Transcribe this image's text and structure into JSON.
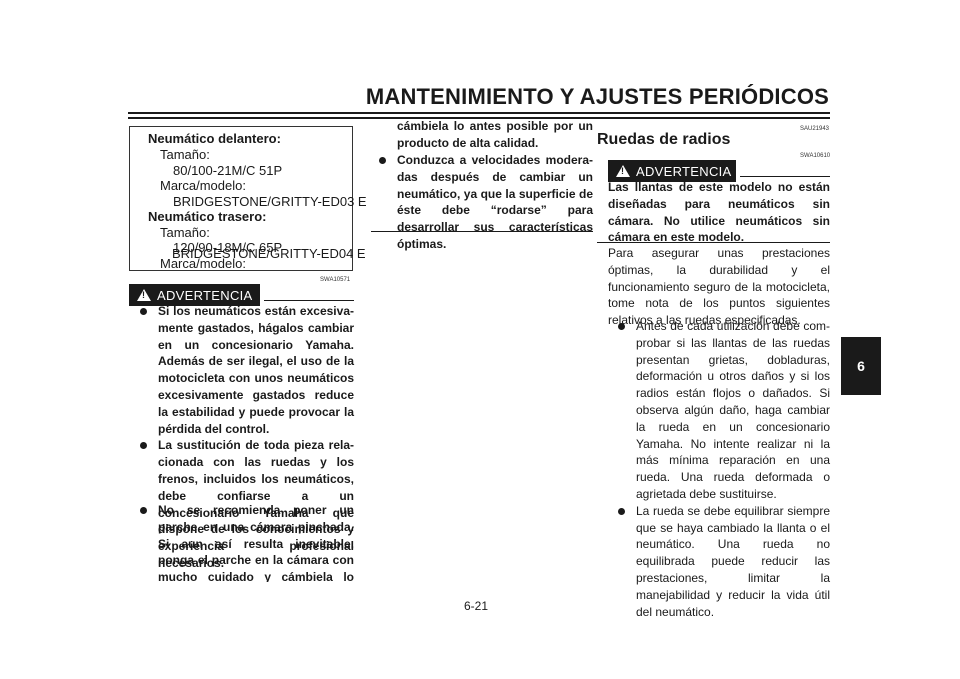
{
  "header": {
    "title": "MANTENIMIENTO Y AJUSTES PERIÓDICOS"
  },
  "tab": {
    "label": "6"
  },
  "spec_box": {
    "front_heading": "Neumático delantero:",
    "front_size_label": "Tamaño:",
    "front_size_value": "80/100-21M/C 51P",
    "front_brand_label": "Marca/modelo:",
    "front_brand_value": "BRIDGESTONE/GRITTY-ED03 E",
    "rear_heading": "Neumático trasero:",
    "rear_size_label": "Tamaño:",
    "rear_size_value": "120/90-18M/C 65P",
    "rear_brand_label": "Marca/modelo:",
    "rear_brand_value": "BRIDGESTONE/GRITTY-ED04 E"
  },
  "warning1": {
    "code": "SWA10571",
    "label": "ADVERTENCIA",
    "bullets": [
      "Si los neumáticos están excesiva­mente gastados, hágalos cambiar en un concesionario Yamaha. Ade­más de ser ilegal, el uso de la moto­cicleta con unos neumáticos excesivamente gastados reduce la estabilidad y puede provocar la pér­dida del control.",
      "La sustitución de toda pieza rela­cionada con las ruedas y los frenos, incluidos los neumáticos, debe confiarse a un concesionario Yamaha que dispone de los conoci­mientos y experiencia profesional necesarios.",
      "No se recomienda poner un parche en una cámara pinchada. Si aun así resulta inevitable, ponga el parche en la cámara con mucho cuidado y cámbiela lo antes posible por un producto de alta calidad.",
      "Conduzca a velocidades modera­das después de cambiar un neumá­tico, ya que la superficie de éste debe “rodarse” para desarrollar sus características óptimas."
    ]
  },
  "section": {
    "code": "SAU21943",
    "title": "Ruedas de radios"
  },
  "warning2": {
    "code": "SWA10610",
    "label": "ADVERTENCIA",
    "text": "Las llantas de este modelo no están di­señadas para neumáticos sin cámara. No utilice neumáticos sin cámara en este modelo."
  },
  "body": {
    "intro": "Para asegurar unas prestaciones óptimas, la durabilidad y el funcionamiento seguro de la motocicleta, tome nota de los puntos siguientes relativos a las ruedas especifica­das.",
    "bullets": [
      "Antes de cada utilización debe com­probar si las llantas de las ruedas pre­sentan grietas, dobladuras, deformación u otros daños y si los ra­dios están flojos o dañados. Si obser­va algún daño, haga cambiar la rueda en un concesionario Yamaha. No in­tente realizar ni la más mínima repara­ción en una rueda. Una rueda deformada o agrietada debe sustituir­se.",
      "La rueda se debe equilibrar siempre que se haya cambiado la llanta o el neumático. Una rueda no equilibrada puede reducir las prestaciones, limitar la manejabilidad y reducir la vida útil del neumático."
    ]
  },
  "footer": {
    "page_number": "6-21"
  }
}
